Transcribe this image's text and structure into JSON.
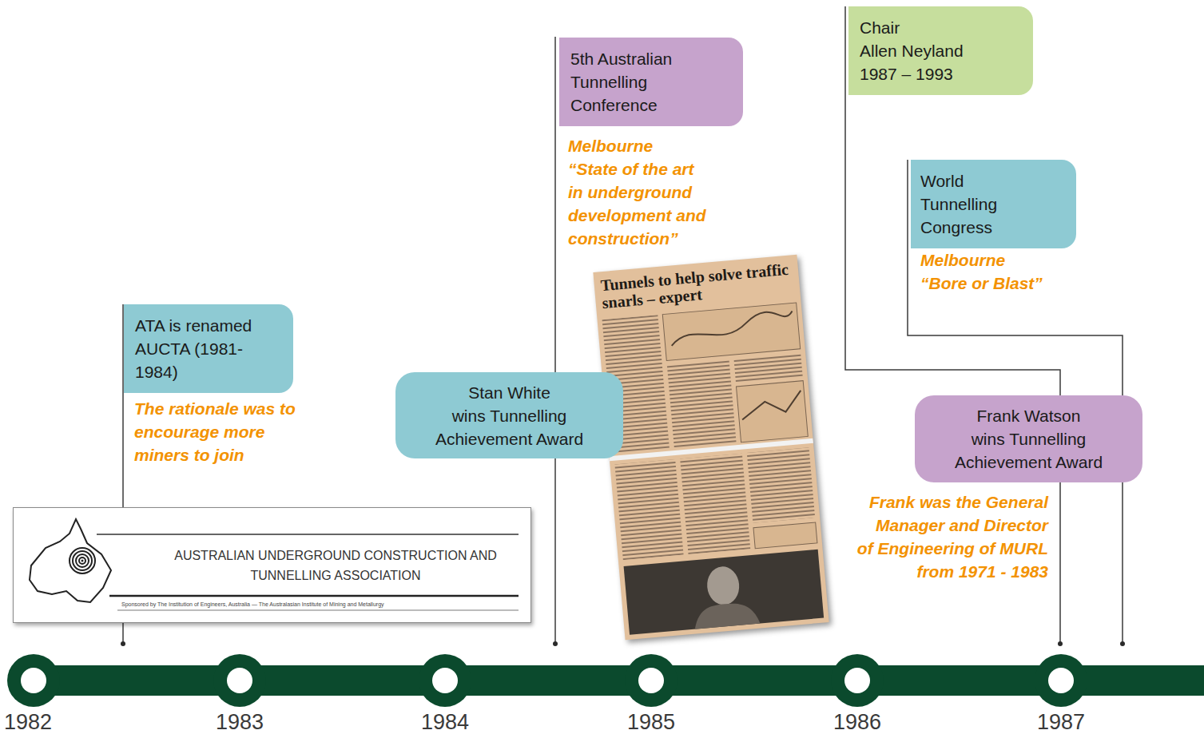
{
  "diagram": {
    "nodes": [
      {
        "text": [
          "ATA is renamed AUCTA (1981-1984)"
        ]
      },
      {
        "text": [
          "Stan White",
          "wins Tunnelling Achievement Award"
        ]
      },
      {
        "text": [
          "5th Australian Tunnelling Conference"
        ]
      },
      {
        "text": [
          "Chair",
          "Allen Neyland 1987 – 1993"
        ]
      },
      {
        "text": [
          "World Tunnelling Congress"
        ]
      },
      {
        "text": [
          "Frank Watson",
          "wins Tunnelling Achievement Award"
        ]
      }
    ],
    "labels": [
      "The rationale was to encourage more miners to join",
      "AUSTRALIAN UNDERGROUND CONSTRUCTION AND TUNNELLING ASSOCIATION",
      "Sponsored by The Institution of Engineers, Australia — The Australasian Institute of Mining and Metallurgy",
      "Melbourne",
      "“State of the art in underground development and construction”",
      "Tunnels to help solve traffic snarls – expert",
      "Melbourne",
      "“Bore or Blast”",
      "Frank was the General Manager and Director of Engineering of MURL from 1971 - 1983",
      "1982",
      "1983",
      "1984",
      "1985",
      "1986",
      "1987"
    ]
  }
}
